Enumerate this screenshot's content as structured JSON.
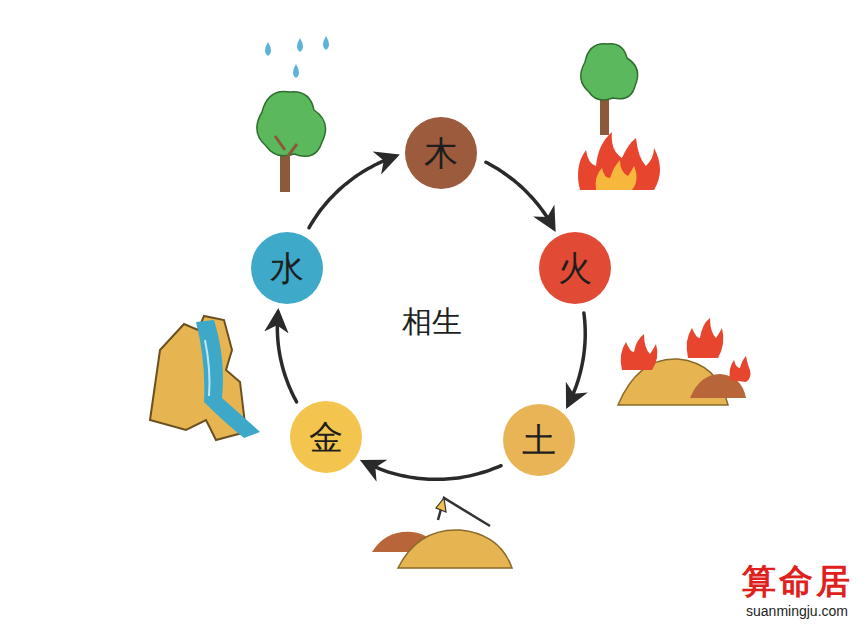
{
  "diagram": {
    "nodes": [
      {
        "text": [
          "木"
        ]
      },
      {
        "text": [
          "火"
        ]
      },
      {
        "text": [
          "土"
        ]
      },
      {
        "text": [
          "金"
        ]
      },
      {
        "text": [
          "水"
        ]
      }
    ],
    "edges": [
      {
        "from": 0,
        "to": 1,
        "arrow": "to"
      },
      {
        "from": 1,
        "to": 2,
        "arrow": "to"
      },
      {
        "from": 2,
        "to": 3,
        "arrow": "to"
      },
      {
        "from": 3,
        "to": 4,
        "arrow": "to"
      },
      {
        "from": 4,
        "to": 0,
        "arrow": "to"
      }
    ],
    "labels": [
      "相生",
      "算命居",
      "suanmingju.com"
    ]
  }
}
